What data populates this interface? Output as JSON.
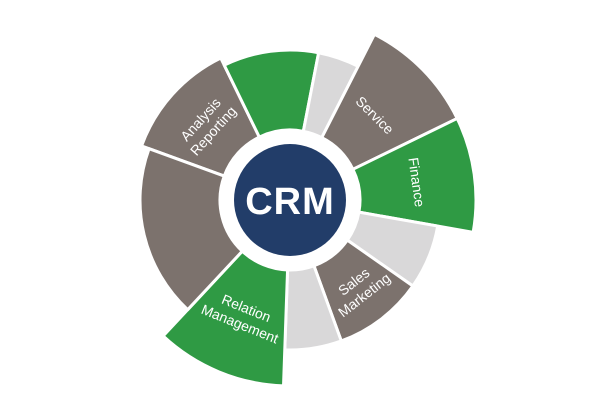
{
  "colors": {
    "green": "#2f9a44",
    "taupe": "#7c726d",
    "light_gray": "#d9d8d9",
    "hub": "#223d69"
  },
  "hub": {
    "label": "CRM"
  },
  "segments": [
    {
      "id": "analysis-reporting",
      "color": "taupe",
      "lines": [
        "Analysis",
        "Reporting"
      ]
    },
    {
      "id": "green-top",
      "color": "green",
      "lines": []
    },
    {
      "id": "gray-top",
      "color": "light_gray",
      "lines": []
    },
    {
      "id": "service",
      "color": "taupe",
      "lines": [
        "Service"
      ]
    },
    {
      "id": "finance",
      "color": "green",
      "lines": [
        "Finance"
      ]
    },
    {
      "id": "gray-right",
      "color": "light_gray",
      "lines": []
    },
    {
      "id": "sales-marketing",
      "color": "taupe",
      "lines": [
        "Sales",
        "Marketing"
      ]
    },
    {
      "id": "gray-bottom",
      "color": "light_gray",
      "lines": []
    },
    {
      "id": "relation-management",
      "color": "green",
      "lines": [
        "Relation",
        "Management"
      ]
    },
    {
      "id": "taupe-left",
      "color": "taupe",
      "lines": []
    }
  ]
}
